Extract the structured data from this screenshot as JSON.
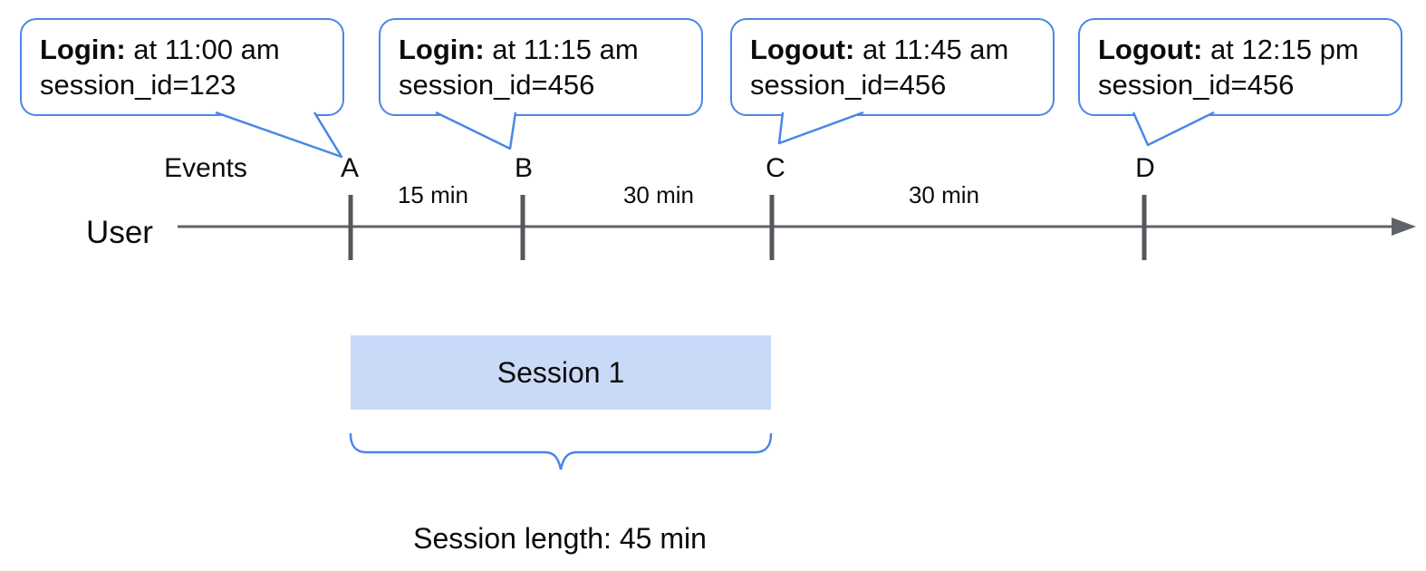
{
  "callouts": [
    {
      "event": "Login:",
      "time": " at 11:00 am",
      "session": "session_id=123",
      "points_to": "A"
    },
    {
      "event": "Login:",
      "time": " at 11:15 am",
      "session": "session_id=456",
      "points_to": "B"
    },
    {
      "event": "Logout:",
      "time": " at 11:45 am",
      "session": "session_id=456",
      "points_to": "C"
    },
    {
      "event": "Logout:",
      "time": " at 12:15 pm",
      "session": "session_id=456",
      "points_to": "D"
    }
  ],
  "timeline": {
    "axis_label": "User",
    "events_label": "Events",
    "tick_labels": [
      "A",
      "B",
      "C",
      "D"
    ],
    "intervals": [
      "15 min",
      "30 min",
      "30 min"
    ]
  },
  "session": {
    "box_label": "Session 1",
    "length_caption": "Session length: 45 min"
  },
  "colors": {
    "accent_blue": "#4a86e8",
    "session_fill": "#c9daf8",
    "line_gray": "#5f6368"
  }
}
